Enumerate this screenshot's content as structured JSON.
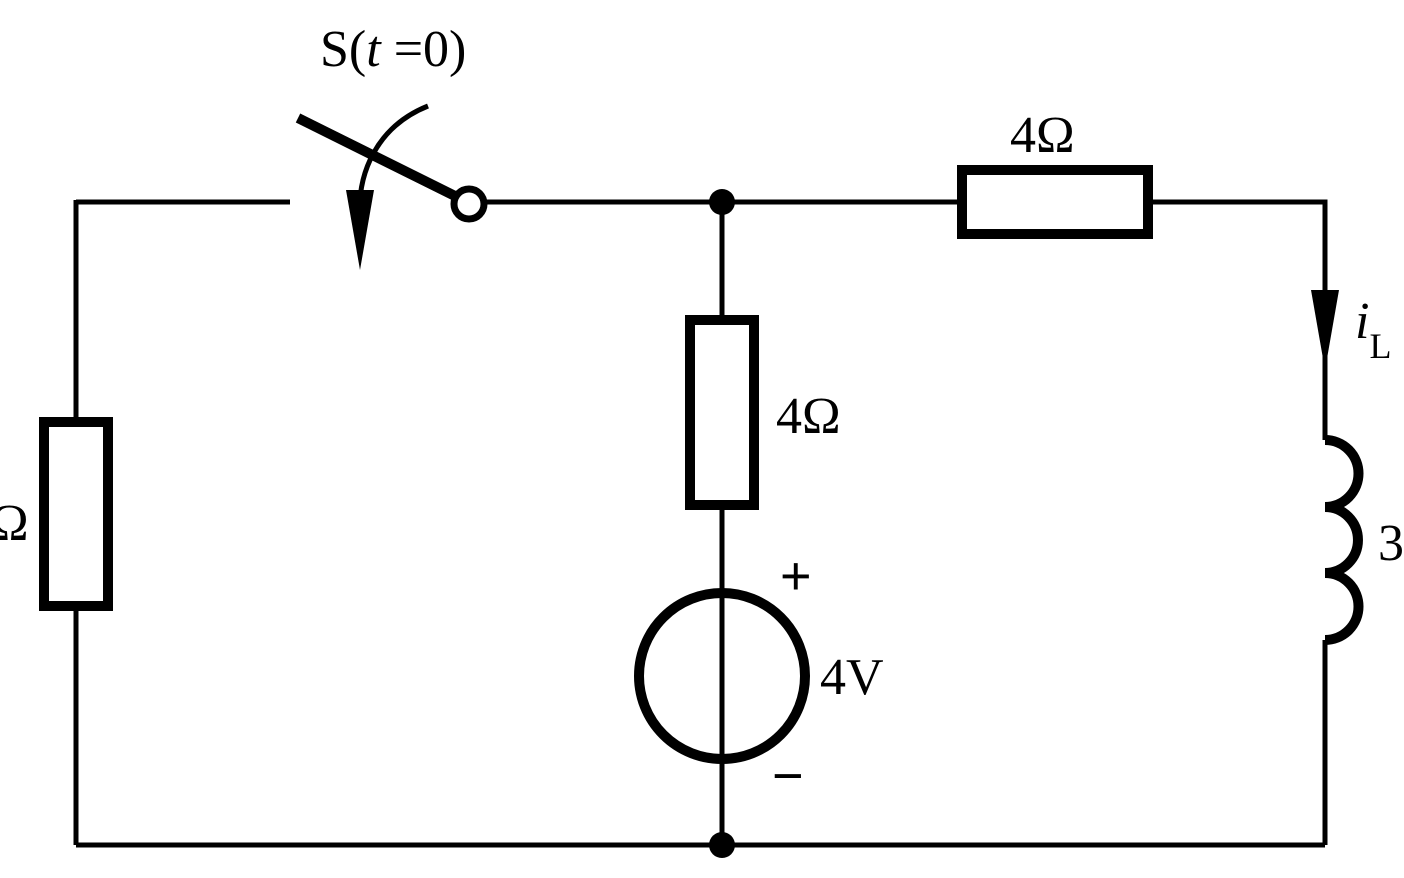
{
  "switch": {
    "name": "S",
    "open_paren": "(",
    "time_var": "t",
    "condition": " =0)"
  },
  "resistor_top": {
    "label": "4Ω"
  },
  "resistor_middle": {
    "label": "4Ω"
  },
  "resistor_left": {
    "label": "Ω"
  },
  "voltage_source": {
    "label": "4V",
    "plus": "+",
    "minus": "−"
  },
  "inductor": {
    "label": "3"
  },
  "current": {
    "symbol": "i",
    "subscript": "L"
  }
}
